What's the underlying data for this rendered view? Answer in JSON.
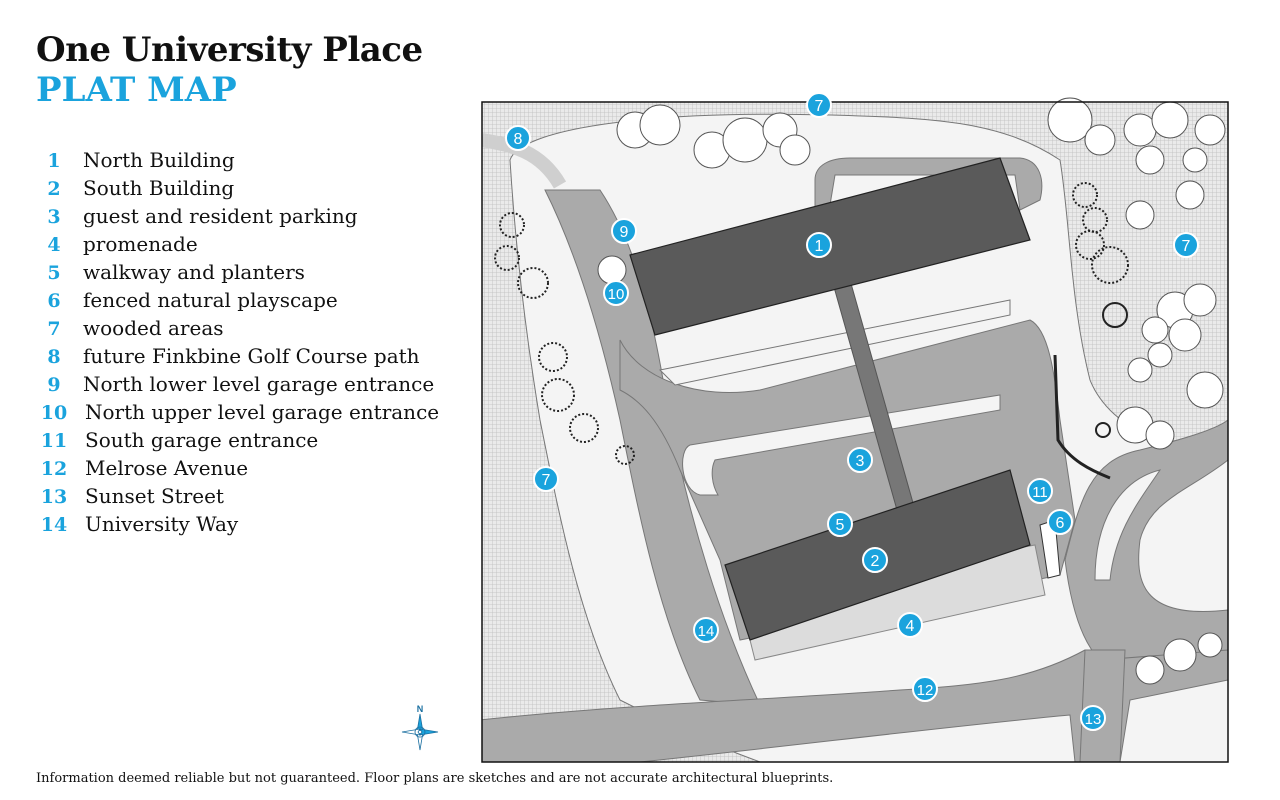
{
  "title": "One University Place",
  "subtitle": "PLAT MAP",
  "legend": [
    {
      "num": "1",
      "label": "North Building"
    },
    {
      "num": "2",
      "label": "South Building"
    },
    {
      "num": "3",
      "label": "guest and resident parking"
    },
    {
      "num": "4",
      "label": "promenade"
    },
    {
      "num": "5",
      "label": "walkway and planters"
    },
    {
      "num": "6",
      "label": "fenced natural playscape"
    },
    {
      "num": "7",
      "label": "wooded areas"
    },
    {
      "num": "8",
      "label": "future Finkbine Golf Course path"
    },
    {
      "num": "9",
      "label": "North lower level garage entrance"
    },
    {
      "num": "10",
      "label": "North upper level garage entrance"
    },
    {
      "num": "11",
      "label": "South garage entrance"
    },
    {
      "num": "12",
      "label": "Melrose Avenue"
    },
    {
      "num": "13",
      "label": "Sunset Street"
    },
    {
      "num": "14",
      "label": "University Way"
    }
  ],
  "markers": [
    "7",
    "8",
    "9",
    "10",
    "1",
    "7",
    "3",
    "7",
    "11",
    "5",
    "6",
    "2",
    "4",
    "14",
    "12",
    "13"
  ],
  "compass_label": "N",
  "disclaimer": "Information deemed reliable but not guaranteed. Floor plans are sketches and are not accurate architectural blueprints.",
  "colors": {
    "accent": "#1aa3dd",
    "road": "#a9a9a9",
    "building": "#5a5a5a",
    "lawn": "#f2f2f2",
    "wooded": "#d6d6d6"
  }
}
